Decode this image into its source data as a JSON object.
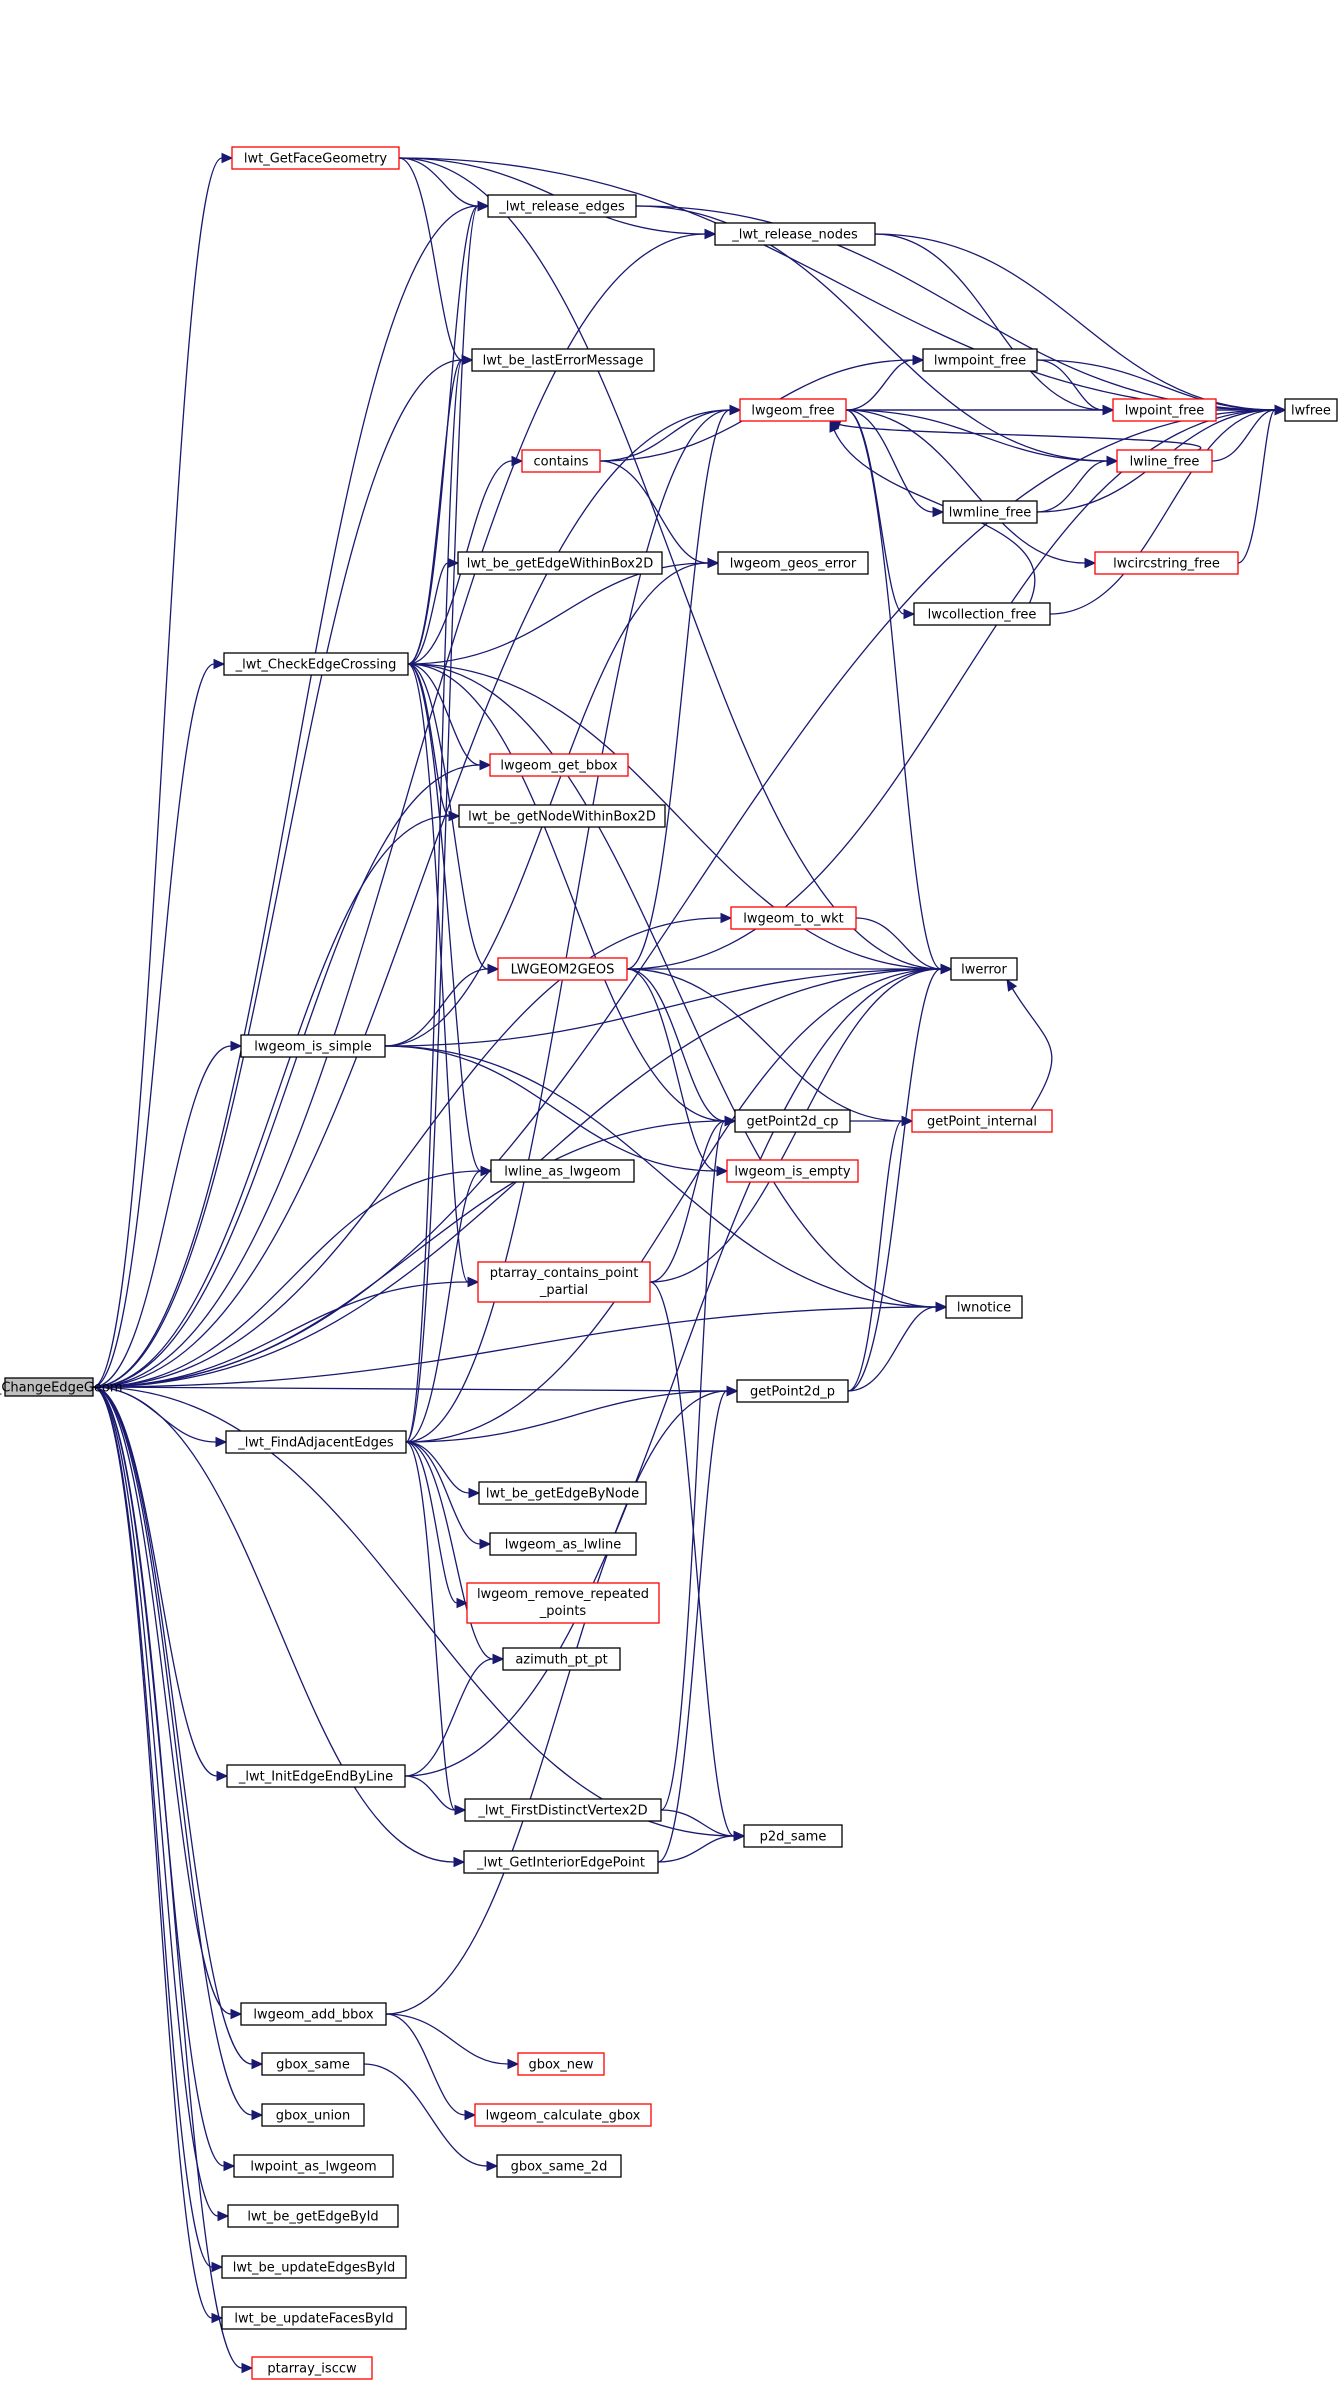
{
  "nodes": [
    {
      "id": "root",
      "label": "lwt_ChangeEdgeGeom",
      "red": false,
      "root": true
    },
    {
      "id": "getFaceGeometry",
      "label": "lwt_GetFaceGeometry",
      "red": true
    },
    {
      "id": "releaseEdges",
      "label": "_lwt_release_edges",
      "red": false
    },
    {
      "id": "releaseNodes",
      "label": "_lwt_release_nodes",
      "red": false
    },
    {
      "id": "lwfree",
      "label": "lwfree",
      "red": false
    },
    {
      "id": "lastError",
      "label": "lwt_be_lastErrorMessage",
      "red": false
    },
    {
      "id": "lwpointFree",
      "label": "lwpoint_free",
      "red": true
    },
    {
      "id": "lwmpointFree",
      "label": "lwmpoint_free",
      "red": false
    },
    {
      "id": "lwgeomFree",
      "label": "lwgeom_free",
      "red": true
    },
    {
      "id": "contains",
      "label": "contains",
      "red": true
    },
    {
      "id": "lwlineFree",
      "label": "lwline_free",
      "red": true
    },
    {
      "id": "lwmlineFree",
      "label": "lwmline_free",
      "red": false
    },
    {
      "id": "edgeWithinBox",
      "label": "lwt_be_getEdgeWithinBox2D",
      "red": false
    },
    {
      "id": "geosError",
      "label": "lwgeom_geos_error",
      "red": false
    },
    {
      "id": "lwcircFree",
      "label": "lwcircstring_free",
      "red": true
    },
    {
      "id": "lwcollFree",
      "label": "lwcollection_free",
      "red": false
    },
    {
      "id": "checkCrossing",
      "label": "_lwt_CheckEdgeCrossing",
      "red": false
    },
    {
      "id": "getBbox",
      "label": "lwgeom_get_bbox",
      "red": true
    },
    {
      "id": "nodeWithinBox",
      "label": "lwt_be_getNodeWithinBox2D",
      "red": false
    },
    {
      "id": "toWkt",
      "label": "lwgeom_to_wkt",
      "red": true
    },
    {
      "id": "geom2geos",
      "label": "LWGEOM2GEOS",
      "red": true
    },
    {
      "id": "lwerror",
      "label": "lwerror",
      "red": false
    },
    {
      "id": "isSimple",
      "label": "lwgeom_is_simple",
      "red": false
    },
    {
      "id": "getPoint2dCp",
      "label": "getPoint2d_cp",
      "red": false
    },
    {
      "id": "getPointInternal",
      "label": "getPoint_internal",
      "red": true
    },
    {
      "id": "lineAsLwgeom",
      "label": "lwline_as_lwgeom",
      "red": false
    },
    {
      "id": "isEmpty",
      "label": "lwgeom_is_empty",
      "red": true
    },
    {
      "id": "ptarrayContains",
      "label": "ptarray_contains_point",
      "label2": "_partial",
      "red": true
    },
    {
      "id": "lwnotice",
      "label": "lwnotice",
      "red": false
    },
    {
      "id": "getPoint2dP",
      "label": "getPoint2d_p",
      "red": false
    },
    {
      "id": "findAdjacent",
      "label": "_lwt_FindAdjacentEdges",
      "red": false
    },
    {
      "id": "edgeByNode",
      "label": "lwt_be_getEdgeByNode",
      "red": false
    },
    {
      "id": "asLwline",
      "label": "lwgeom_as_lwline",
      "red": false
    },
    {
      "id": "removeRepeated",
      "label": "lwgeom_remove_repeated",
      "label2": "_points",
      "red": true
    },
    {
      "id": "azimuth",
      "label": "azimuth_pt_pt",
      "red": false
    },
    {
      "id": "initEdgeEnd",
      "label": "_lwt_InitEdgeEndByLine",
      "red": false
    },
    {
      "id": "firstDistinct",
      "label": "_lwt_FirstDistinctVertex2D",
      "red": false
    },
    {
      "id": "p2dSame",
      "label": "p2d_same",
      "red": false
    },
    {
      "id": "interiorPoint",
      "label": "_lwt_GetInteriorEdgePoint",
      "red": false
    },
    {
      "id": "addBbox",
      "label": "lwgeom_add_bbox",
      "red": false
    },
    {
      "id": "gboxNew",
      "label": "gbox_new",
      "red": true
    },
    {
      "id": "gboxSame",
      "label": "gbox_same",
      "red": false
    },
    {
      "id": "calcGbox",
      "label": "lwgeom_calculate_gbox",
      "red": true
    },
    {
      "id": "gboxUnion",
      "label": "gbox_union",
      "red": false
    },
    {
      "id": "gboxSame2d",
      "label": "gbox_same_2d",
      "red": false
    },
    {
      "id": "pointAsLwgeom",
      "label": "lwpoint_as_lwgeom",
      "red": false
    },
    {
      "id": "edgeById",
      "label": "lwt_be_getEdgeById",
      "red": false
    },
    {
      "id": "updateEdges",
      "label": "lwt_be_updateEdgesById",
      "red": false
    },
    {
      "id": "updateFaces",
      "label": "lwt_be_updateFacesById",
      "red": false
    },
    {
      "id": "isccw",
      "label": "ptarray_isccw",
      "red": true
    }
  ]
}
